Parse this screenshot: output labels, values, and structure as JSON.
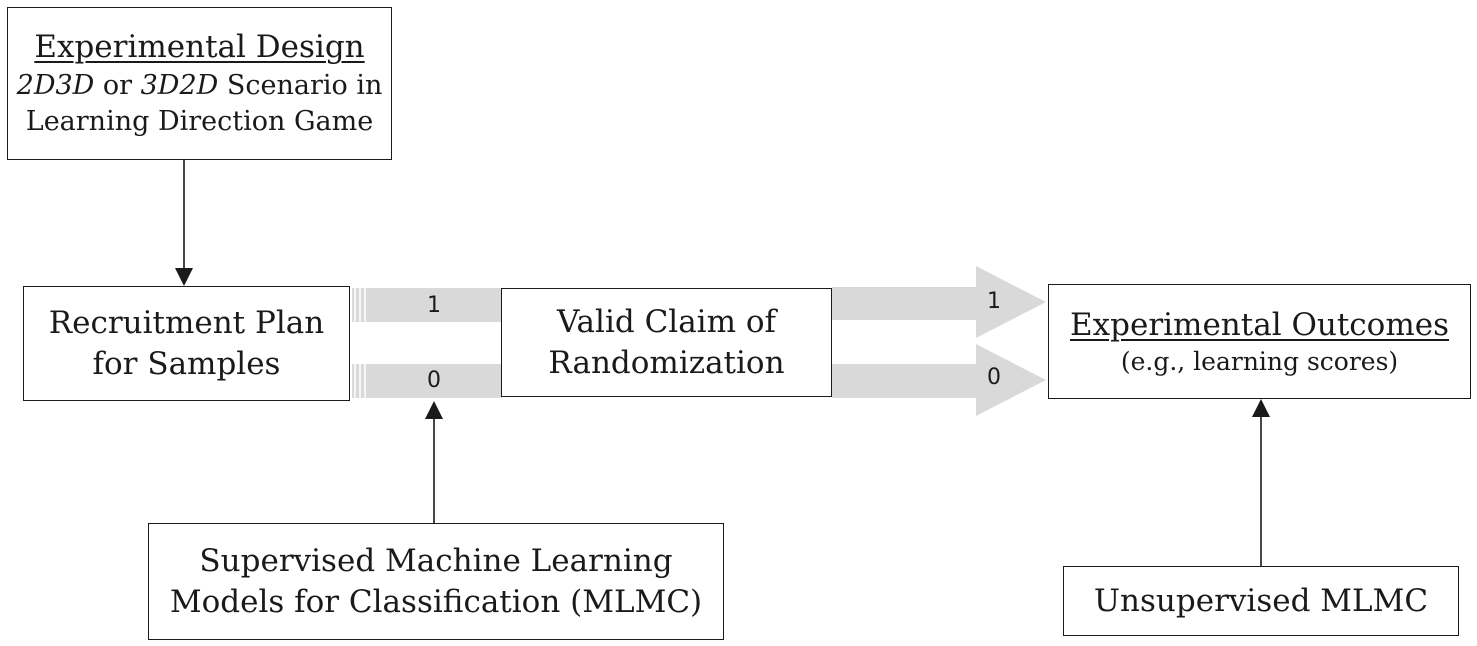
{
  "experimental_design": {
    "title": "Experimental Design",
    "line2_italic_a": "2D3D",
    "line2_mid": " or ",
    "line2_italic_b": "3D2D",
    "line2_end": " Scenario in",
    "line3": "Learning Direction Game"
  },
  "recruitment_plan": {
    "line1": "Recruitment Plan",
    "line2": "for Samples"
  },
  "valid_claim": {
    "line1": "Valid Claim of",
    "line2": "Randomization"
  },
  "experimental_outcomes": {
    "title": "Experimental Outcomes",
    "subtitle": "(e.g., learning scores)"
  },
  "supervised_mlmc": {
    "line1": "Supervised Machine Learning",
    "line2": "Models for Classification (MLMC)"
  },
  "unsupervised_mlmc": {
    "label": "Unsupervised MLMC"
  },
  "arrow_labels": {
    "input_top": "1",
    "input_bottom": "0",
    "output_top": "1",
    "output_bottom": "0"
  },
  "colors": {
    "band": "#d9d9d9",
    "stroke": "#1a1a1a"
  }
}
